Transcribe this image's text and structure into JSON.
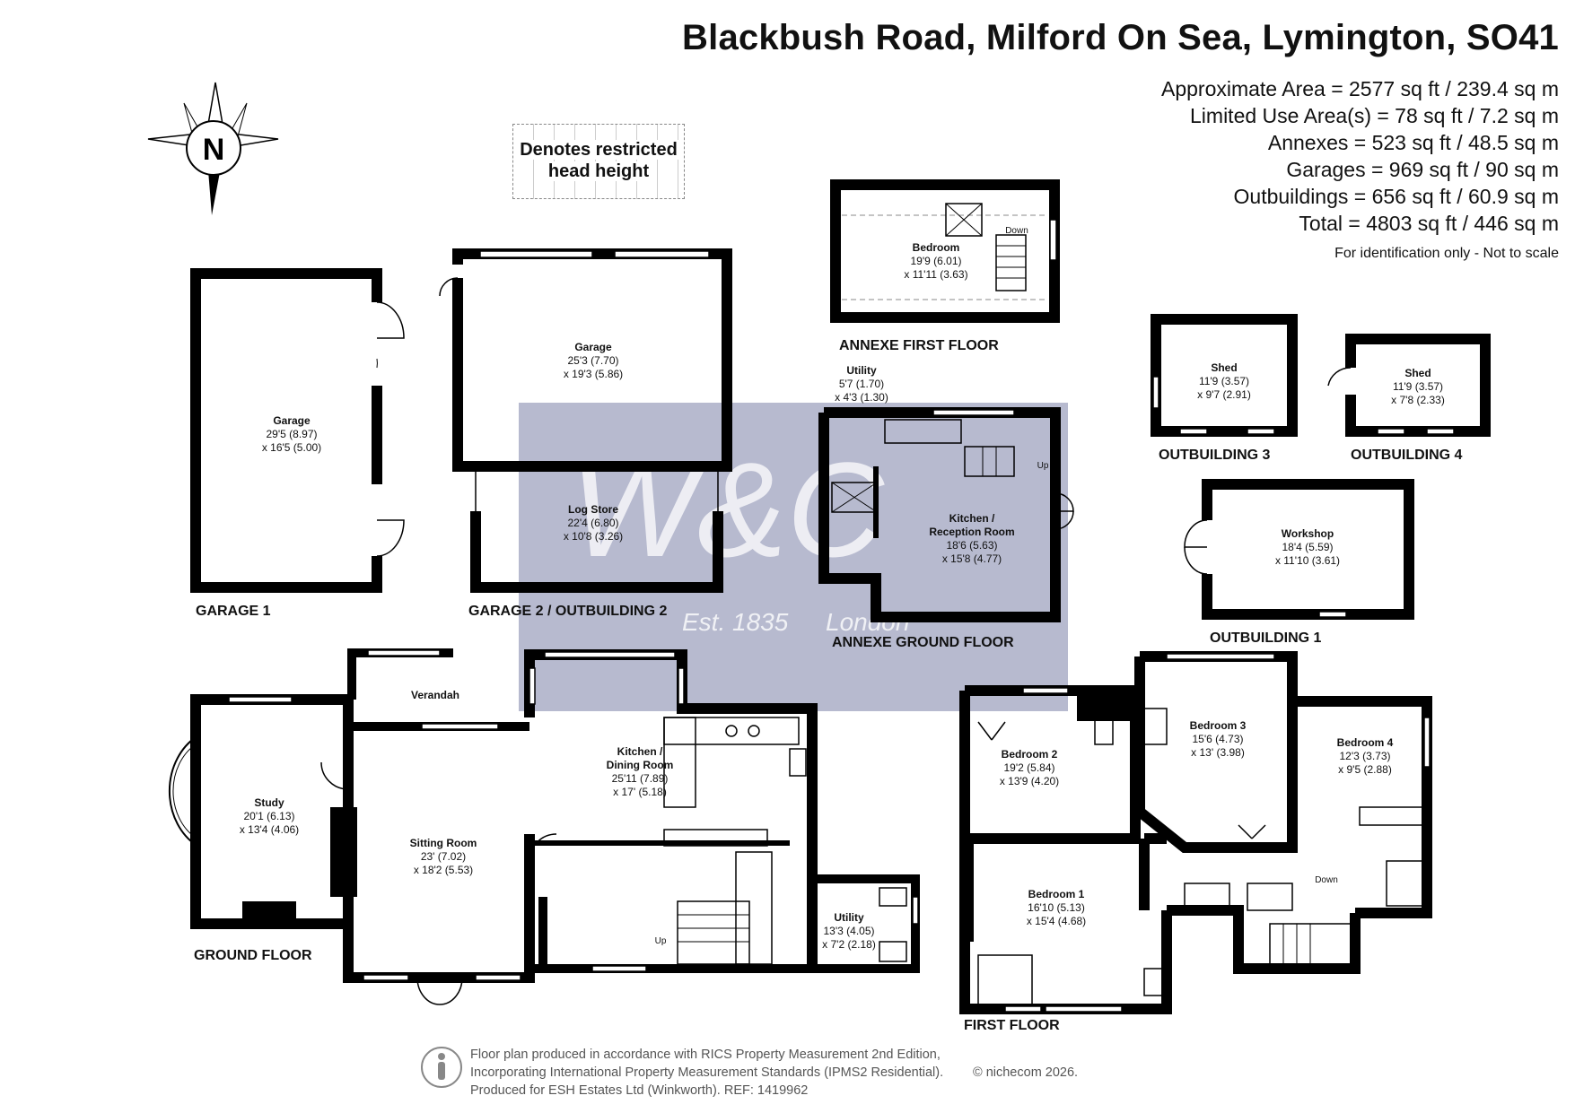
{
  "header": {
    "title": "Blackbush Road, Milford On Sea, Lymington, SO41",
    "areas": [
      "Approximate Area = 2577 sq ft / 239.4 sq m",
      "Limited Use Area(s) = 78 sq ft / 7.2 sq m",
      "Annexes = 523 sq ft / 48.5 sq m",
      "Garages = 969 sq ft / 90 sq m",
      "Outbuildings = 656 sq ft / 60.9 sq m",
      "Total = 4803 sq ft / 446 sq m"
    ],
    "note": "For identification only - Not to scale"
  },
  "compass": {
    "letter": "N"
  },
  "legend": {
    "line1": "Denotes restricted",
    "line2": "head height"
  },
  "sections": {
    "garage1": "GARAGE 1",
    "garage2": "GARAGE 2 / OUTBUILDING 2",
    "annexe_first": "ANNEXE FIRST FLOOR",
    "annexe_ground": "ANNEXE GROUND FLOOR",
    "outbuilding3": "OUTBUILDING 3",
    "outbuilding4": "OUTBUILDING 4",
    "outbuilding1": "OUTBUILDING 1",
    "ground_floor": "GROUND FLOOR",
    "first_floor": "FIRST FLOOR"
  },
  "rooms": {
    "garage1": {
      "name": "Garage",
      "dim1": "29'5 (8.97)",
      "dim2": "x 16'5 (5.00)"
    },
    "garage2": {
      "name": "Garage",
      "dim1": "25'3 (7.70)",
      "dim2": "x 19'3 (5.86)"
    },
    "log_store": {
      "name": "Log Store",
      "dim1": "22'4 (6.80)",
      "dim2": "x 10'8 (3.26)"
    },
    "annexe_bedroom": {
      "name": "Bedroom",
      "dim1": "19'9 (6.01)",
      "dim2": "x 11'11 (3.63)"
    },
    "annexe_utility": {
      "name": "Utility",
      "dim1": "5'7 (1.70)",
      "dim2": "x 4'3 (1.30)"
    },
    "annexe_kitchen": {
      "name1": "Kitchen /",
      "name2": "Reception Room",
      "dim1": "18'6 (5.63)",
      "dim2": "x 15'8 (4.77)"
    },
    "shed3": {
      "name": "Shed",
      "dim1": "11'9 (3.57)",
      "dim2": "x 9'7 (2.91)"
    },
    "shed4": {
      "name": "Shed",
      "dim1": "11'9 (3.57)",
      "dim2": "x 7'8 (2.33)"
    },
    "workshop": {
      "name": "Workshop",
      "dim1": "18'4 (5.59)",
      "dim2": "x 11'10 (3.61)"
    },
    "study": {
      "name": "Study",
      "dim1": "20'1 (6.13)",
      "dim2": "x 13'4 (4.06)"
    },
    "verandah": {
      "name": "Verandah"
    },
    "sitting": {
      "name": "Sitting Room",
      "dim1": "23' (7.02)",
      "dim2": "x 18'2 (5.53)"
    },
    "kitchen": {
      "name1": "Kitchen /",
      "name2": "Dining Room",
      "dim1": "25'11 (7.89)",
      "dim2": "x 17' (5.18)"
    },
    "utility": {
      "name": "Utility",
      "dim1": "13'3 (4.05)",
      "dim2": "x 7'2 (2.18)"
    },
    "bedroom1": {
      "name": "Bedroom 1",
      "dim1": "16'10 (5.13)",
      "dim2": "x 15'4 (4.68)"
    },
    "bedroom2": {
      "name": "Bedroom 2",
      "dim1": "19'2 (5.84)",
      "dim2": "x 13'9 (4.20)"
    },
    "bedroom3": {
      "name": "Bedroom 3",
      "dim1": "15'6 (4.73)",
      "dim2": "x 13' (3.98)"
    },
    "bedroom4": {
      "name": "Bedroom 4",
      "dim1": "12'3 (3.73)",
      "dim2": "x 9'5 (2.88)"
    }
  },
  "stairs": {
    "up": "Up",
    "down": "Down"
  },
  "watermark": {
    "est": "Est. 1835",
    "city": "London"
  },
  "colors": {
    "wall": "#000000",
    "watermark": "#7b82a8"
  },
  "footer": {
    "line1": "Floor plan produced in accordance with RICS Property Measurement 2nd Edition,",
    "line2": "Incorporating International Property Measurement Standards (IPMS2 Residential).",
    "line3": "Produced for ESH Estates Ltd (Winkworth).   REF: 1419962",
    "copyright": "© nichecom 2026."
  }
}
